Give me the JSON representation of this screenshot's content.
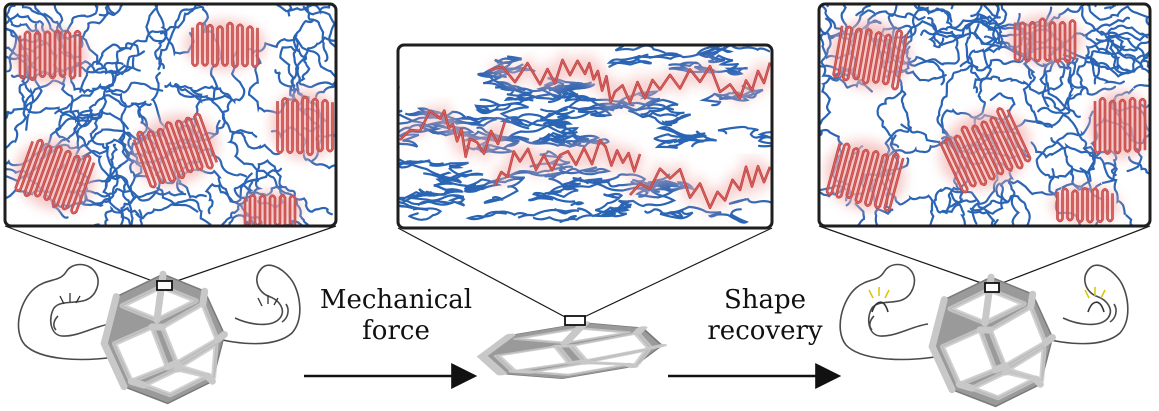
{
  "steps": {
    "mechanical_force": {
      "line1": "Mechanical",
      "line2": "force"
    },
    "shape_recovery": {
      "line1": "Shape",
      "line2": "recovery"
    }
  },
  "panels": [
    {
      "id": "original",
      "description_state": "crystalline lamellae intact"
    },
    {
      "id": "deformed",
      "description_state": "chains stretched"
    },
    {
      "id": "recovered",
      "description_state": "crystalline lamellae reformed"
    }
  ],
  "colors": {
    "amorphous_chain": "#2a64b4",
    "crystalline_domain": "#d9605e",
    "crystalline_glow": "#f2b5b3",
    "frame_border": "#1e1e1e",
    "lattice_face": "#c8c8c8",
    "lattice_edge": "#7a7a7a",
    "arrow": "#111111",
    "spark": "#d9c400"
  }
}
